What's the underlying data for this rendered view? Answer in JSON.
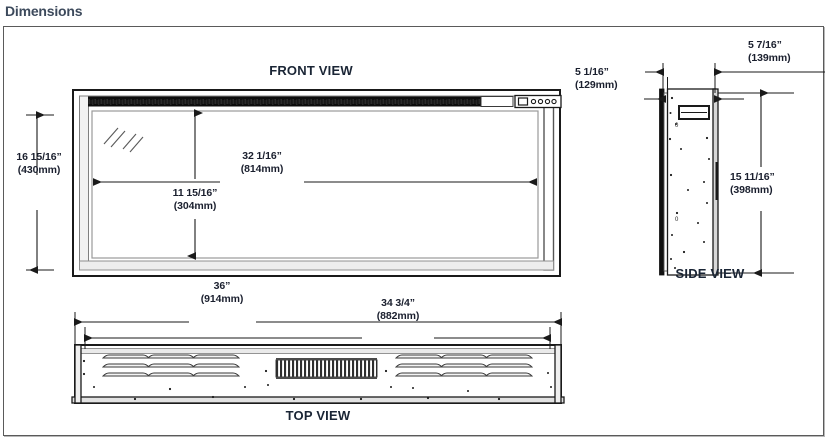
{
  "page": {
    "title": "Dimensions"
  },
  "views": {
    "front": {
      "title": "FRONT VIEW"
    },
    "side": {
      "title": "SIDE VIEW"
    },
    "top": {
      "title": "TOP VIEW"
    }
  },
  "dimensions": {
    "front_height": {
      "imperial": "16 15/16”",
      "metric": "(430mm)"
    },
    "front_glass_width": {
      "imperial": "32 1/16”",
      "metric": "(814mm)"
    },
    "front_glass_height": {
      "imperial": "11 15/16”",
      "metric": "(304mm)"
    },
    "side_depth_front": {
      "imperial": "5 1/16”",
      "metric": "(129mm)"
    },
    "side_depth_total": {
      "imperial": "5 7/16”",
      "metric": "(139mm)"
    },
    "side_height": {
      "imperial": "15 11/16”",
      "metric": "(398mm)"
    },
    "top_outer_width": {
      "imperial": "36”",
      "metric": "(914mm)"
    },
    "top_inner_width": {
      "imperial": "34 3/4”",
      "metric": "(882mm)"
    }
  },
  "colors": {
    "title": "#3d4a5c",
    "label": "#1a1f2e",
    "line": "#1a1a1a",
    "border": "#5a5a5a",
    "ember_band": "#0d0d0d",
    "frame_fill": "#f2f2f2"
  },
  "chart_data": {
    "type": "diagram",
    "title": "Dimensions",
    "description": "Technical dimensional drawing of a linear electric fireplace shown in three orthographic projections.",
    "projections": [
      {
        "name": "FRONT VIEW",
        "measurements": [
          {
            "label": "16 15/16”",
            "metric": "(430mm)",
            "axis": "vertical",
            "describes": "overall unit height"
          },
          {
            "label": "32 1/16”",
            "metric": "(814mm)",
            "axis": "horizontal",
            "describes": "glass viewing width"
          },
          {
            "label": "11 15/16”",
            "metric": "(304mm)",
            "axis": "vertical",
            "describes": "glass viewing height"
          }
        ],
        "features": [
          "glass-panel",
          "ember-light-band",
          "control-panel-with-5-buttons",
          "glass-reflection-marks"
        ]
      },
      {
        "name": "SIDE VIEW",
        "measurements": [
          {
            "label": "5 1/16”",
            "metric": "(129mm)",
            "axis": "horizontal",
            "describes": "recess depth behind flange"
          },
          {
            "label": "5 7/16”",
            "metric": "(139mm)",
            "axis": "horizontal",
            "describes": "overall depth"
          },
          {
            "label": "15 11/16”",
            "metric": "(398mm)",
            "axis": "vertical",
            "describes": "body height"
          }
        ],
        "features": [
          "mounting-flange",
          "wiring-box-detail",
          "fastener-points"
        ]
      },
      {
        "name": "TOP VIEW",
        "measurements": [
          {
            "label": "36”",
            "metric": "(914mm)",
            "axis": "horizontal",
            "describes": "overall width including flange"
          },
          {
            "label": "34 3/4”",
            "metric": "(882mm)",
            "axis": "horizontal",
            "describes": "body width"
          }
        ],
        "features": [
          "six-vent-louver-groups",
          "central-heater-grille",
          "mounting-flange"
        ]
      }
    ]
  }
}
